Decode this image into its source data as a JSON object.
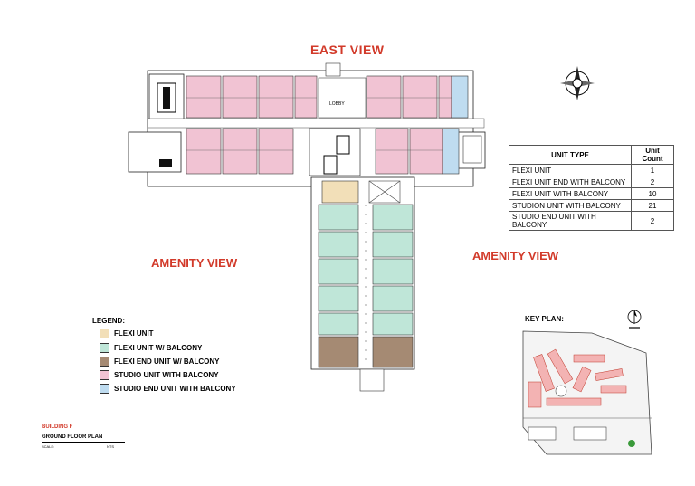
{
  "views": {
    "east": "EAST VIEW",
    "amenity_left": "AMENITY VIEW",
    "amenity_right": "AMENITY VIEW"
  },
  "plan_labels": {
    "lobby": "LOBBY"
  },
  "unit_table": {
    "headers": [
      "UNIT TYPE",
      "Unit Count"
    ],
    "rows": [
      {
        "type": "FLEXI UNIT",
        "count": "1"
      },
      {
        "type": "FLEXI UNIT END WITH BALCONY",
        "count": "2"
      },
      {
        "type": "FLEXI UNIT WITH BALCONY",
        "count": "10"
      },
      {
        "type": "STUDION UNIT WITH BALCONY",
        "count": "21"
      },
      {
        "type": "STUDIO END UNIT WITH BALCONY",
        "count": "2"
      }
    ]
  },
  "legend": {
    "title": "LEGEND:",
    "items": [
      {
        "label": "FLEXI UNIT",
        "color": "#f2dfb8"
      },
      {
        "label": "FLEXI UNIT W/ BALCONY",
        "color": "#bfe6d8"
      },
      {
        "label": "FLEXI END UNIT W/ BALCONY",
        "color": "#a58a73"
      },
      {
        "label": "STUDIO UNIT WITH BALCONY",
        "color": "#f1c3d3"
      },
      {
        "label": "STUDIO END UNIT WITH BALCONY",
        "color": "#bfdcf0"
      }
    ]
  },
  "building": {
    "name": "BUILDING F",
    "plan": "GROUND FLOOR PLAN",
    "scale": "SCALE:",
    "nts": "NTS"
  },
  "key_plan": {
    "title": "KEY PLAN:"
  },
  "colors": {
    "accent_red": "#d23a2a",
    "studio_pink": "#f1c3d3",
    "studio_end_blue": "#bfdcf0",
    "flexi_balcony_green": "#bfe6d8",
    "flexi_end_brown": "#a58a73",
    "flexi_tan": "#f2dfb8"
  },
  "icons": [
    "compass-icon",
    "north-arrow-icon"
  ]
}
